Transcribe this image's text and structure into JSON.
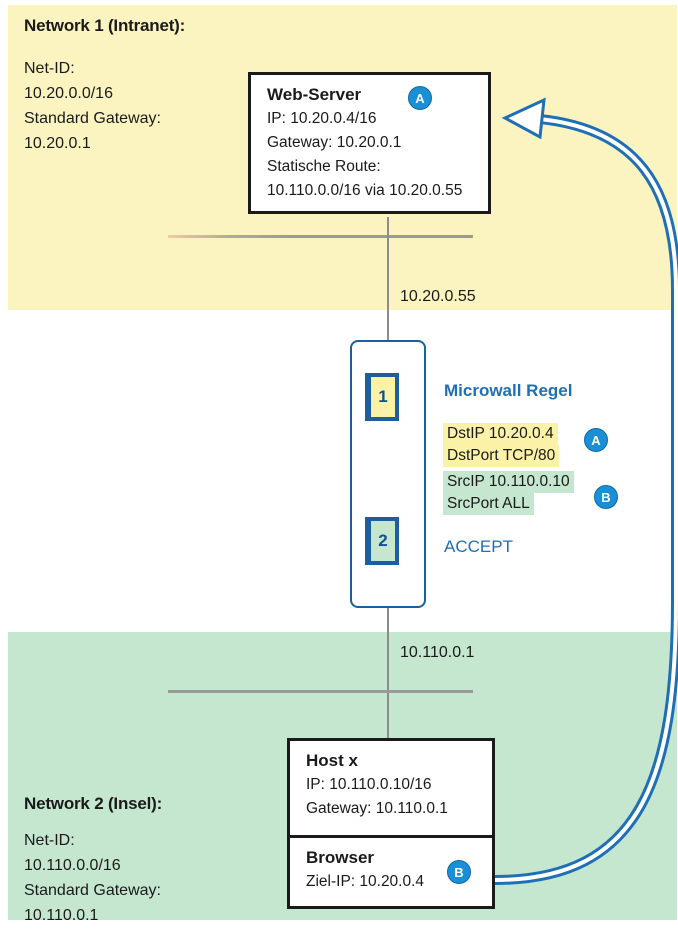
{
  "network1": {
    "title": "Network 1 (Intranet):",
    "lines": [
      "Net-ID:",
      "10.20.0.0/16",
      "Standard Gateway:",
      "10.20.0.1"
    ]
  },
  "webserver": {
    "title": "Web-Server",
    "badge": "A",
    "lines": [
      "IP: 10.20.0.4/16",
      "Gateway: 10.20.0.1",
      "Statische Route:",
      "10.110.0.0/16 via 10.20.0.55"
    ]
  },
  "microwall": {
    "ip_top": "10.20.0.55",
    "ip_bottom": "10.110.0.1",
    "port1": "1",
    "port2": "2"
  },
  "rule": {
    "title": "Microwall Regel",
    "lines_a": [
      "DstIP 10.20.0.4",
      "DstPort TCP/80"
    ],
    "badge_a": "A",
    "lines_b": [
      "SrcIP 10.110.0.10",
      "SrcPort ALL"
    ],
    "badge_b": "B",
    "action": "ACCEPT"
  },
  "network2": {
    "title": "Network 2 (Insel):",
    "lines": [
      "Net-ID:",
      "10.110.0.0/16",
      "Standard Gateway:",
      "10.110.0.1"
    ]
  },
  "host": {
    "title": "Host x",
    "lines": [
      "IP: 10.110.0.10/16",
      "Gateway: 10.110.0.1"
    ]
  },
  "browser": {
    "title": "Browser",
    "line": "Ziel-IP: 10.20.0.4",
    "badge": "B"
  },
  "colors": {
    "zone1": "#fbf4c0",
    "zone2": "#c5e6cf",
    "accent_blue": "#1f6fb6",
    "badge_blue": "#1b8fd6"
  }
}
